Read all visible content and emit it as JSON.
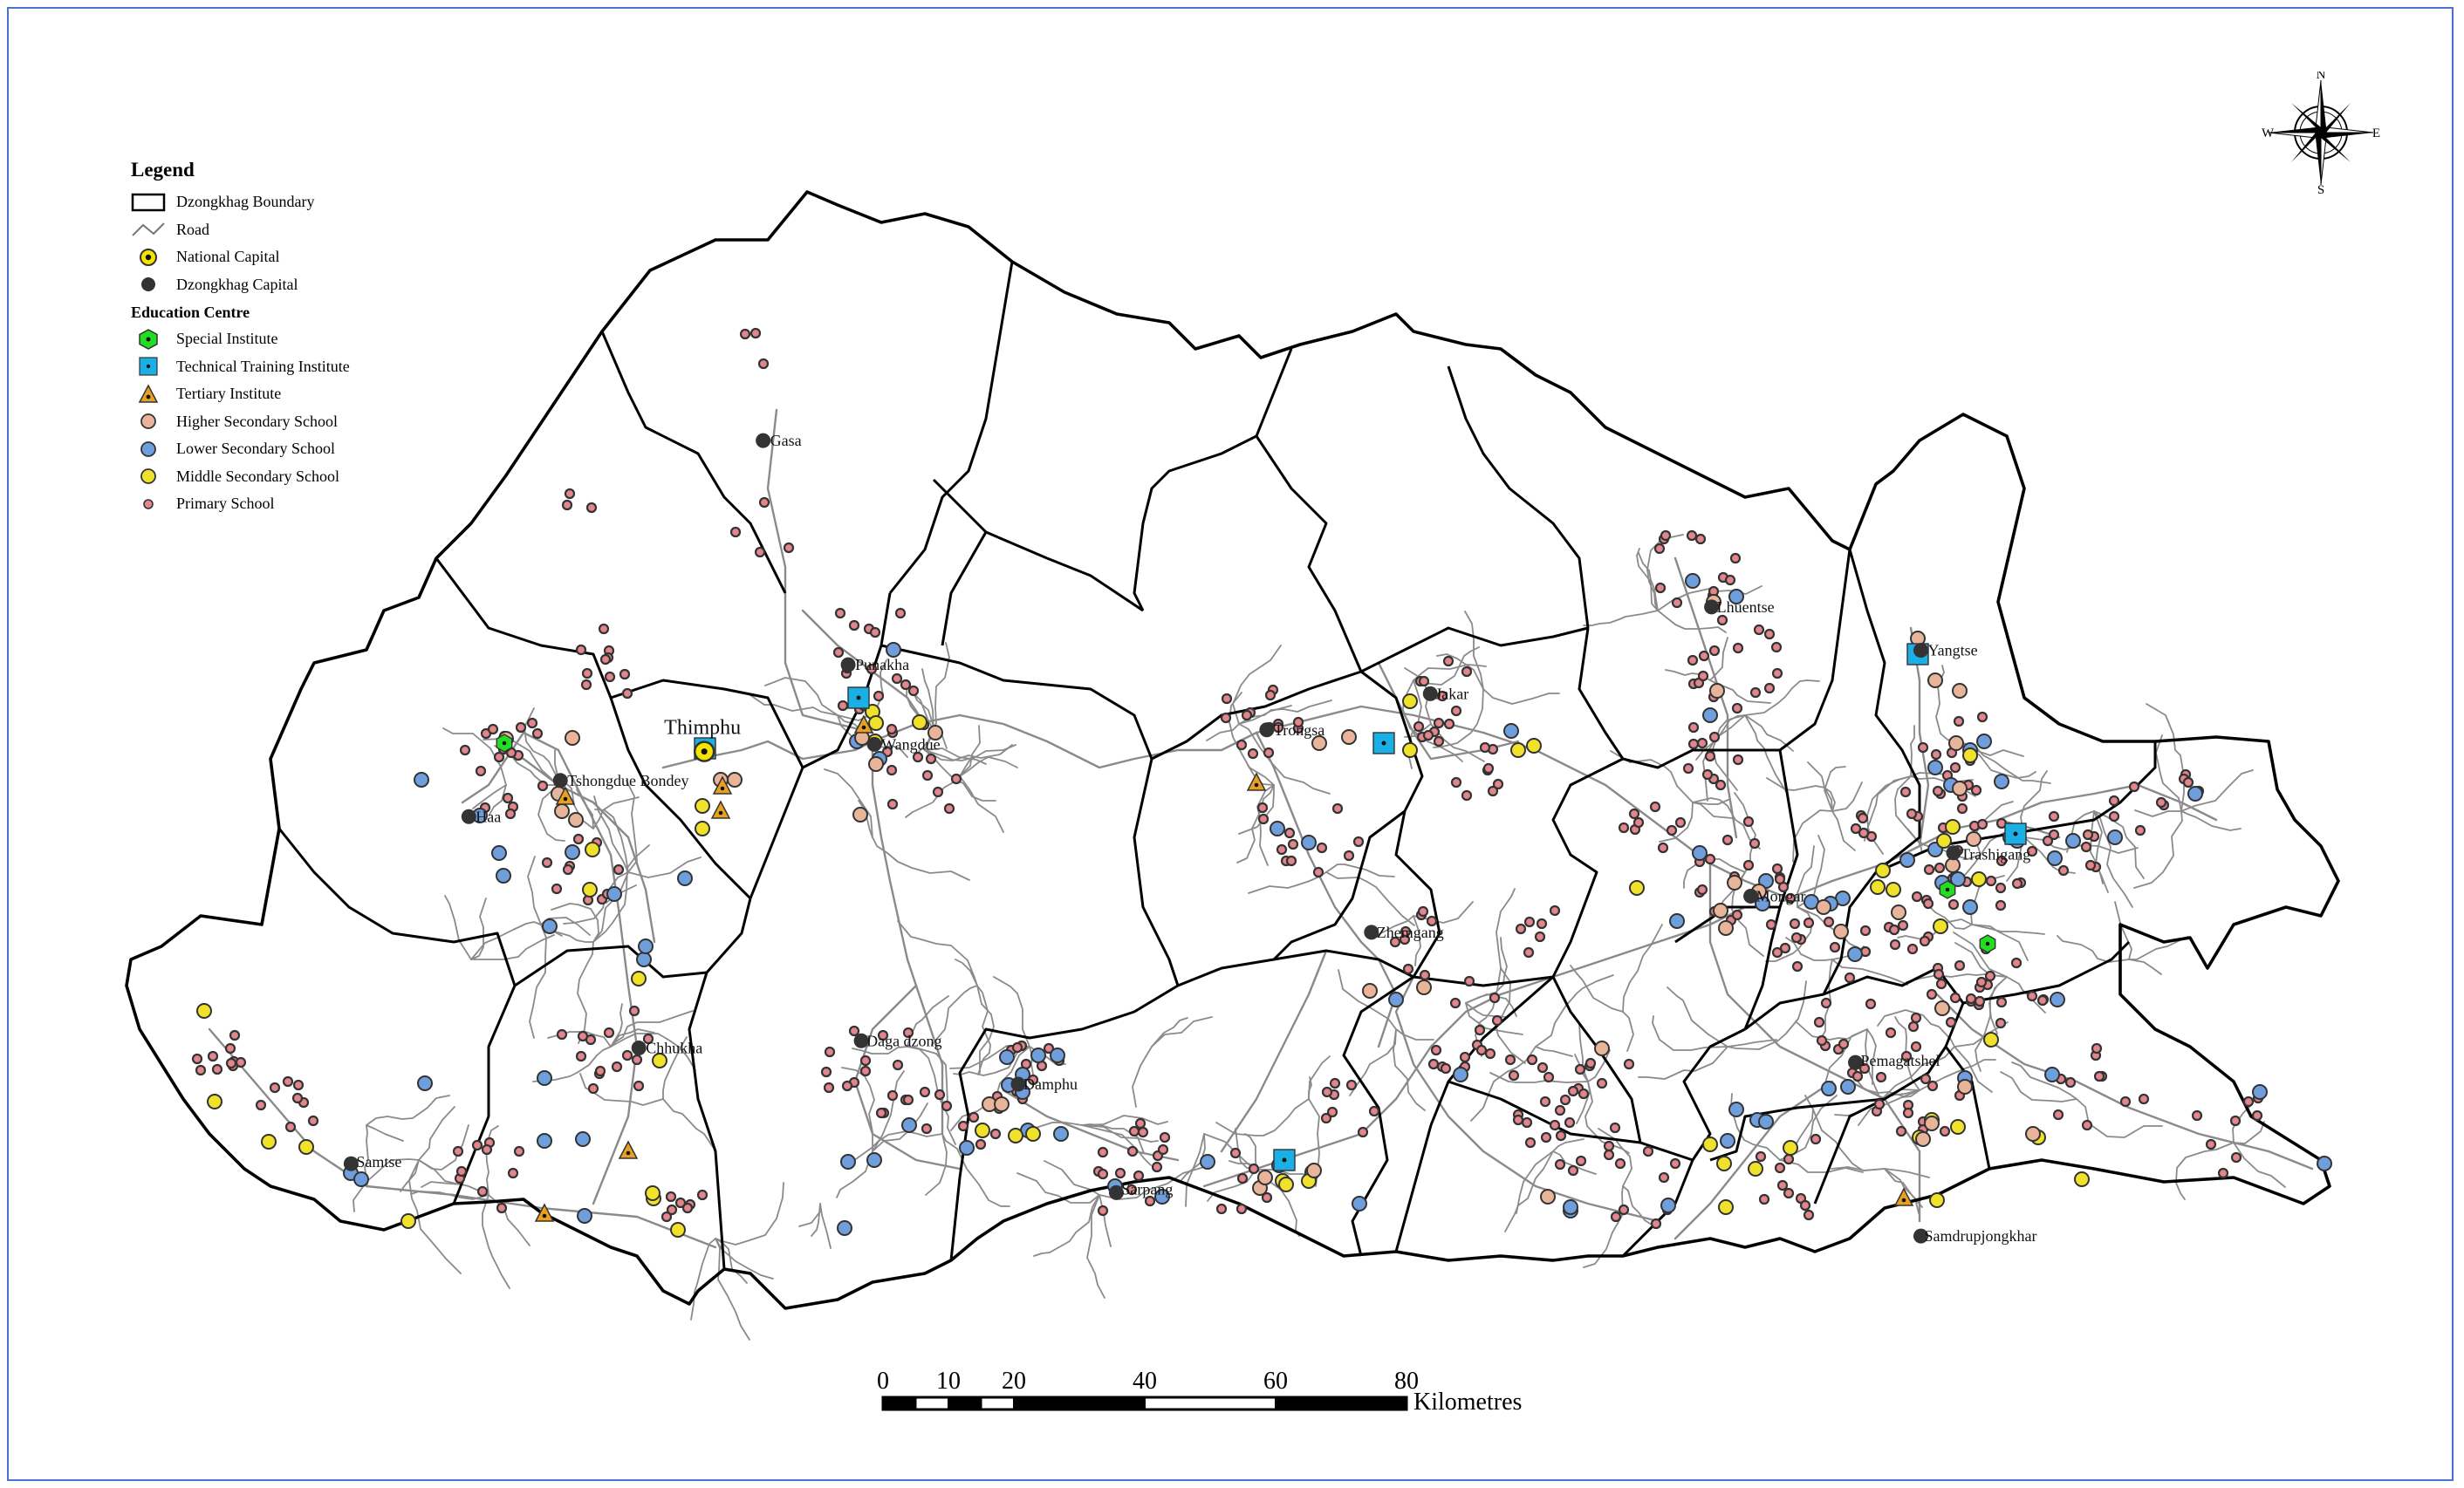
{
  "legend": {
    "title": "Legend",
    "items": [
      {
        "label": "Dzongkhag Boundary",
        "symbol": "boundary-rect"
      },
      {
        "label": "Road",
        "symbol": "road-line"
      },
      {
        "label": "National Capital",
        "symbol": "national-capital",
        "color": "#f5e400"
      },
      {
        "label": "Dzongkhag Capital",
        "symbol": "dzongkhag-capital",
        "color": "#333333"
      }
    ],
    "section_title": "Education Centre",
    "education": [
      {
        "label": "Special Institute",
        "symbol": "hexagon",
        "color": "#22dd22"
      },
      {
        "label": "Technical Training Institute",
        "symbol": "square",
        "color": "#1ab0e6"
      },
      {
        "label": "Tertiary Institute",
        "symbol": "triangle",
        "color": "#e8a020"
      },
      {
        "label": "Higher Secondary School",
        "symbol": "circle",
        "color": "#e8b49a"
      },
      {
        "label": "Lower Secondary School",
        "symbol": "circle",
        "color": "#6e9fdc"
      },
      {
        "label": "Middle Secondary School",
        "symbol": "circle",
        "color": "#f0e22a"
      },
      {
        "label": "Primary School",
        "symbol": "small-circle",
        "color": "#e2868c"
      }
    ]
  },
  "compass": {
    "n": "N",
    "s": "S",
    "e": "E",
    "w": "W"
  },
  "scale": {
    "ticks": [
      "0",
      "10",
      "20",
      "40",
      "60",
      "80"
    ],
    "tick_values": [
      0,
      10,
      20,
      40,
      60,
      80
    ],
    "unit": "Kilometres"
  },
  "places": [
    {
      "name": "Thimphu",
      "type": "national",
      "lon": 89.64,
      "lat": 27.47
    },
    {
      "name": "Gasa",
      "type": "dzongkhag",
      "lon": 89.73,
      "lat": 27.9
    },
    {
      "name": "Punakha",
      "type": "dzongkhag",
      "lon": 89.86,
      "lat": 27.59
    },
    {
      "name": "Wangdue",
      "type": "dzongkhag",
      "lon": 89.9,
      "lat": 27.48
    },
    {
      "name": "Trongsa",
      "type": "dzongkhag",
      "lon": 90.5,
      "lat": 27.5
    },
    {
      "name": "Jakar",
      "type": "dzongkhag",
      "lon": 90.75,
      "lat": 27.55
    },
    {
      "name": "Lhuentse",
      "type": "dzongkhag",
      "lon": 91.18,
      "lat": 27.67
    },
    {
      "name": "Yangtse",
      "type": "dzongkhag",
      "lon": 91.5,
      "lat": 27.61
    },
    {
      "name": "Trashigang",
      "type": "dzongkhag",
      "lon": 91.55,
      "lat": 27.33
    },
    {
      "name": "Mongar",
      "type": "dzongkhag",
      "lon": 91.24,
      "lat": 27.27
    },
    {
      "name": "Zhemgang",
      "type": "dzongkhag",
      "lon": 90.66,
      "lat": 27.22
    },
    {
      "name": "Pemagatshel",
      "type": "dzongkhag",
      "lon": 91.4,
      "lat": 27.04
    },
    {
      "name": "Samdrupjongkhar",
      "type": "dzongkhag",
      "lon": 91.5,
      "lat": 26.8
    },
    {
      "name": "Sarpang",
      "type": "dzongkhag",
      "lon": 90.27,
      "lat": 26.86
    },
    {
      "name": "Damphu",
      "type": "dzongkhag",
      "lon": 90.12,
      "lat": 27.01
    },
    {
      "name": "Daga dzong",
      "type": "dzongkhag",
      "lon": 89.88,
      "lat": 27.07
    },
    {
      "name": "Chhukha",
      "type": "dzongkhag",
      "lon": 89.54,
      "lat": 27.06
    },
    {
      "name": "Samtse",
      "type": "dzongkhag",
      "lon": 89.1,
      "lat": 26.9
    },
    {
      "name": "Haa",
      "type": "dzongkhag",
      "lon": 89.28,
      "lat": 27.38
    },
    {
      "name": "Tshongdue Bondey",
      "type": "dzongkhag",
      "lon": 89.42,
      "lat": 27.43
    }
  ]
}
